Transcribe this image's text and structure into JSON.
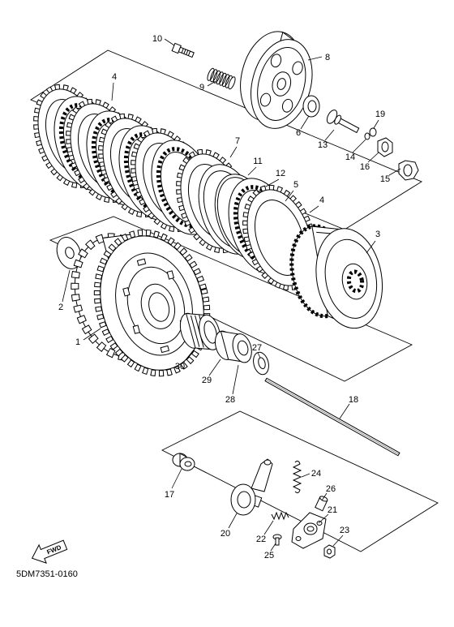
{
  "diagram": {
    "part_code": "5DM7351-0160",
    "fwd_label": "FWD",
    "callouts": [
      "10",
      "8",
      "4",
      "9",
      "6",
      "19",
      "13",
      "14",
      "16",
      "15",
      "7",
      "11",
      "12",
      "5",
      "4",
      "3",
      "2",
      "1",
      "27",
      "30",
      "29",
      "28",
      "18",
      "24",
      "26",
      "17",
      "21",
      "20",
      "22",
      "23",
      "25"
    ]
  }
}
